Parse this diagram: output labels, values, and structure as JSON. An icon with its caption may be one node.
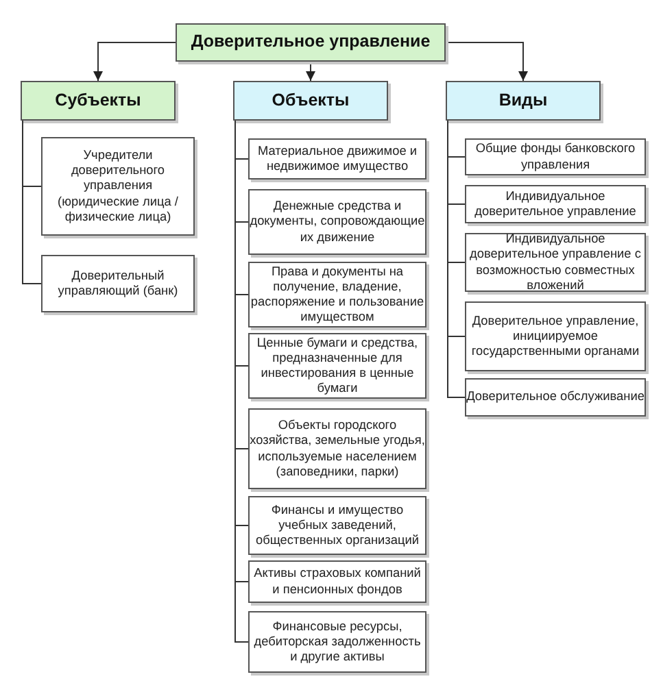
{
  "diagram": {
    "nodes": [
      {
        "text": [
          "Доверительное управление"
        ]
      },
      {
        "text": [
          "Субъекты"
        ]
      },
      {
        "text": [
          "Объекты"
        ]
      },
      {
        "text": [
          "Виды"
        ]
      },
      {
        "text": [
          "Учредители доверительного управления (юридические лица / физические лица)"
        ]
      },
      {
        "text": [
          "Доверительный управляющий (банк)"
        ]
      },
      {
        "text": [
          "Материальное движимое и недвижимое имущество"
        ]
      },
      {
        "text": [
          "Денежные средства и документы, сопровождающие их движение"
        ]
      },
      {
        "text": [
          "Права и документы на получение, владение, распоряжение и пользование имуществом"
        ]
      },
      {
        "text": [
          "Ценные бумаги и средства, предназначенные для инвестирования в ценные бумаги"
        ]
      },
      {
        "text": [
          "Объекты городского хозяйства, земельные угодья, используемые населением (заповедники, парки)"
        ]
      },
      {
        "text": [
          "Финансы и имущество учебных заведений, общественных организаций"
        ]
      },
      {
        "text": [
          "Активы страховых компаний и пенсионных фондов"
        ]
      },
      {
        "text": [
          "Финансовые ресурсы, дебиторская задолженность и другие активы"
        ]
      },
      {
        "text": [
          "Общие фонды банковского управления"
        ]
      },
      {
        "text": [
          "Индивидуальное доверительное управление"
        ]
      },
      {
        "text": [
          "Индивидуальное доверительное управление с возможностью совместных вложений"
        ]
      },
      {
        "text": [
          "Доверительное управление, инициируемое государственными органами"
        ]
      },
      {
        "text": [
          "Доверительное обслуживание"
        ]
      }
    ],
    "edges": [
      {
        "from": 0,
        "to": 1,
        "arrow": "to"
      },
      {
        "from": 0,
        "to": 2,
        "arrow": "to"
      },
      {
        "from": 0,
        "to": 3,
        "arrow": "to"
      },
      {
        "from": 1,
        "to": 4,
        "arrow": "none"
      },
      {
        "from": 1,
        "to": 5,
        "arrow": "none"
      },
      {
        "from": 2,
        "to": 6,
        "arrow": "none"
      },
      {
        "from": 2,
        "to": 7,
        "arrow": "none"
      },
      {
        "from": 2,
        "to": 8,
        "arrow": "none"
      },
      {
        "from": 2,
        "to": 9,
        "arrow": "none"
      },
      {
        "from": 2,
        "to": 10,
        "arrow": "none"
      },
      {
        "from": 2,
        "to": 11,
        "arrow": "none"
      },
      {
        "from": 2,
        "to": 12,
        "arrow": "none"
      },
      {
        "from": 2,
        "to": 13,
        "arrow": "none"
      },
      {
        "from": 3,
        "to": 14,
        "arrow": "none"
      },
      {
        "from": 3,
        "to": 15,
        "arrow": "none"
      },
      {
        "from": 3,
        "to": 16,
        "arrow": "none"
      },
      {
        "from": 3,
        "to": 17,
        "arrow": "none"
      },
      {
        "from": 3,
        "to": 18,
        "arrow": "none"
      }
    ]
  }
}
